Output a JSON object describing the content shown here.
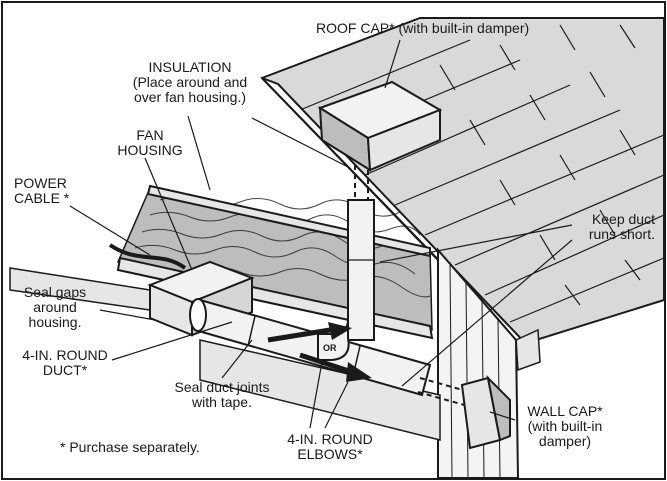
{
  "labels": {
    "roof_cap": "ROOF CAP* (with built-in damper)",
    "insulation": [
      "INSULATION",
      "(Place around and",
      "over fan housing.)"
    ],
    "fan_housing": [
      "FAN",
      "HOUSING"
    ],
    "power_cable": [
      "POWER",
      "CABLE *"
    ],
    "keep_duct": [
      "Keep duct",
      "runs short."
    ],
    "seal_gaps": [
      "Seal gaps",
      "around",
      "housing."
    ],
    "round_duct": [
      "4-IN. ROUND",
      "DUCT*"
    ],
    "seal_joints": [
      "Seal duct joints",
      "with tape."
    ],
    "elbows": [
      "4-IN. ROUND",
      "ELBOWS*"
    ],
    "wall_cap": [
      "WALL CAP*",
      "(with built-in",
      "damper)"
    ],
    "or_marker": "OR",
    "footnote": "* Purchase separately."
  },
  "colors": {
    "ink": "#1a1a1a",
    "shingle": "#d9d9d9",
    "wood": "#e6e6e6",
    "insulation": "#bdbdbd",
    "duct": "#f2f2f2"
  }
}
